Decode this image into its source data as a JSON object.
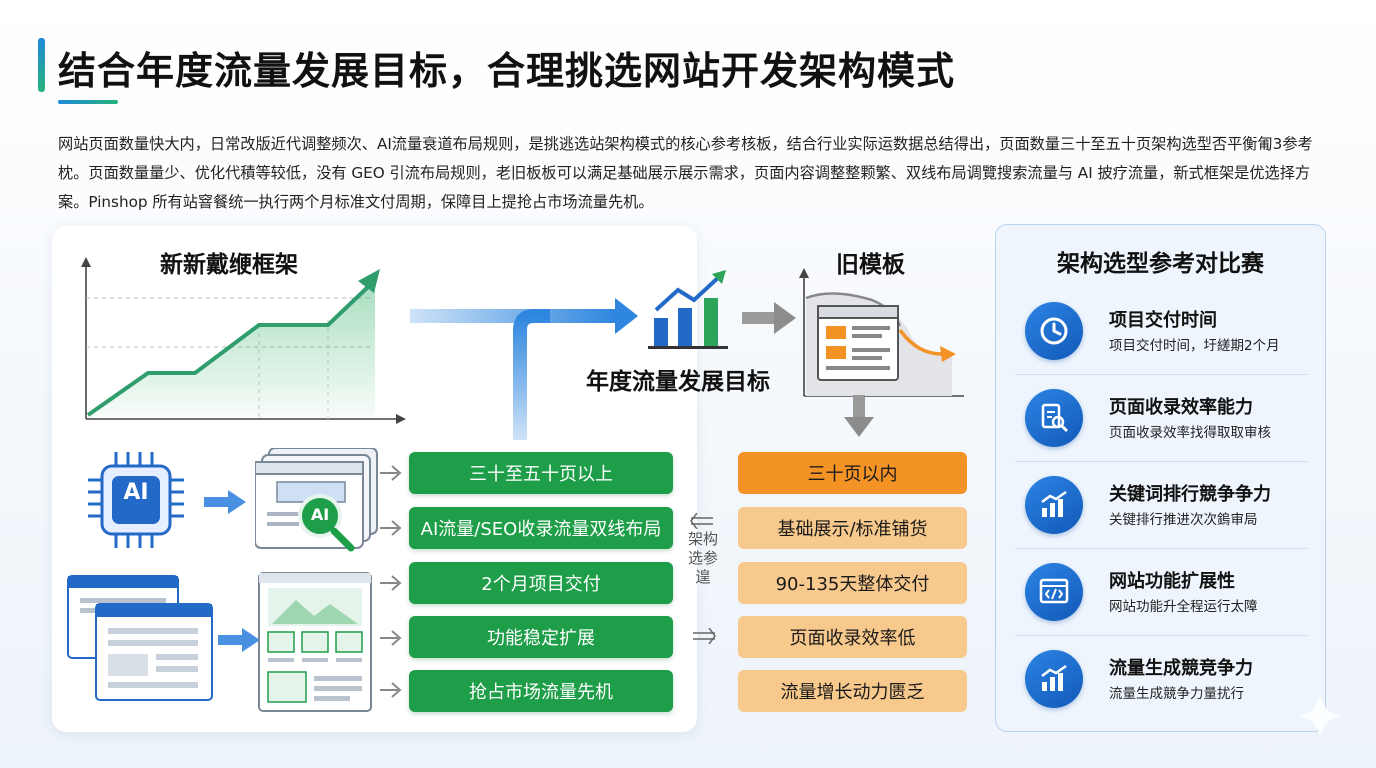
{
  "header": {
    "title": "结合年度流量发展目标，合理挑选网站开发架构模式",
    "intro": "网站页面数量快大内，日常改版近代调整频次、AI流量衰道布局规则，是挑逃选站架构模式的核心参考核板，结合行业实际运数据总结得出，页面数量三十至五十页架构选型否平衡匍3参考枕。页面数量量少、优化代積等较低，没有 GEO 引流布局规则，老旧板板可以满足基础展示展示需求，页面内容调整整颗繁、双线布局调覽搜索流量与 AI 披疗流量，新式框架是优选择方案。Pinshop 所有站窨餐统一执行两个月标准文付周期，保障目上提抢占市场流量先机。"
  },
  "new_arch": {
    "title": "新新戴缏框架",
    "ai_chip_label": "AI",
    "ai_magnifier_label": "AI",
    "buttons": [
      "三十至五十页以上",
      "AI流量/SEO收录流量双线布局",
      "2个月项目交付",
      "功能稳定扩展",
      "抢占市场流量先机"
    ]
  },
  "center": {
    "goal_label": "年度流量发展目标",
    "vertical_label": "架构选参遑"
  },
  "old_template": {
    "title": "旧模板",
    "buttons": [
      "三十页以内",
      "基础展示/标准铺货",
      "90-135天整体交付",
      "页面收录效率低",
      "流量增长动力匮乏"
    ]
  },
  "comparison": {
    "title": "架构选型参考对比赛",
    "items": [
      {
        "title": "项目交付时间",
        "subtitle": "项目交付时间，圩縒期2个月",
        "icon": "clock-icon"
      },
      {
        "title": "页面收录效率能力",
        "subtitle": "页面收录效率找得取取审核",
        "icon": "document-search-icon"
      },
      {
        "title": "关键词排行競争争力",
        "subtitle": "关键排行推进次次鎢审局",
        "icon": "growth-chart-icon"
      },
      {
        "title": "网站功能扩展性",
        "subtitle": "网站功能升全程运行太障",
        "icon": "code-window-icon"
      },
      {
        "title": "流量生成競竞争力",
        "subtitle": "流量生成競争力量扰行",
        "icon": "growth-chart-icon"
      }
    ]
  },
  "colors": {
    "green": "#1e9e48",
    "orange_strong": "#f39325",
    "orange_light": "#f8c98c",
    "blue": "#1f6fd0"
  }
}
